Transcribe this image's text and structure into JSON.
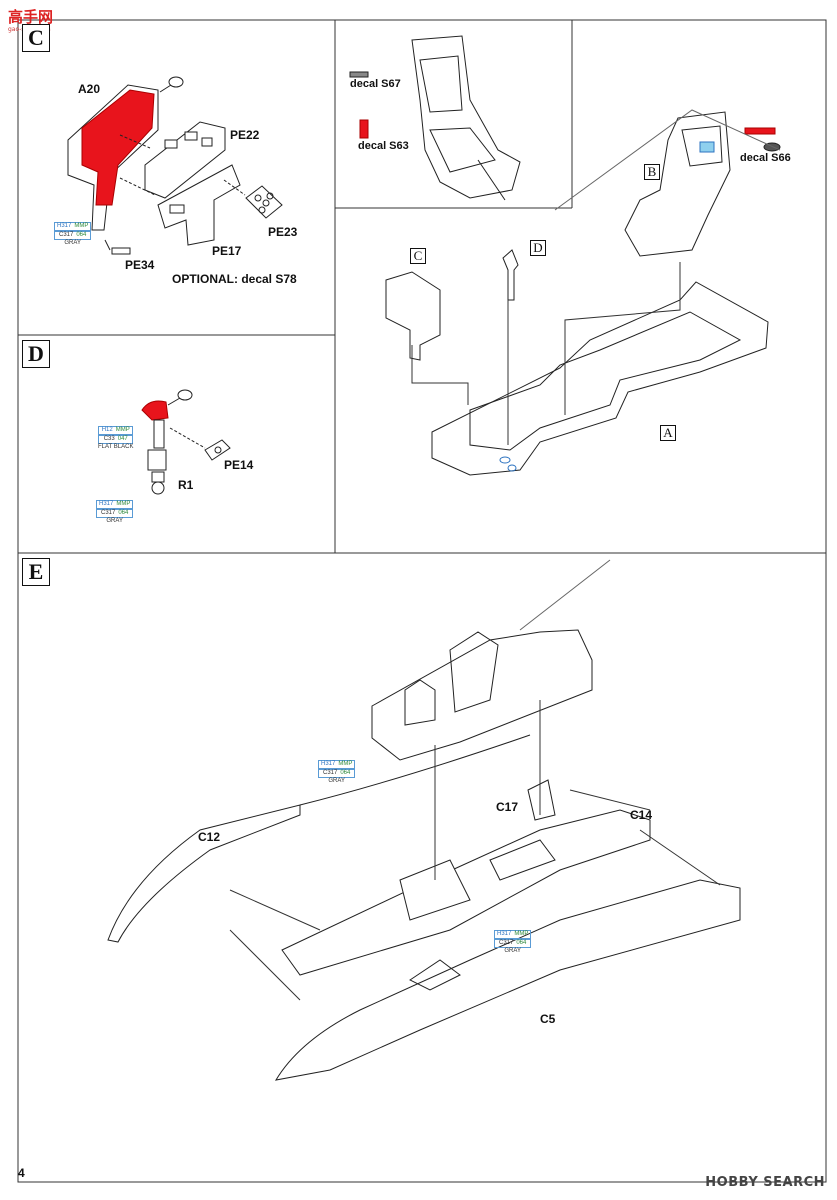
{
  "watermark": {
    "logo": "高手网",
    "logo_sub": "gao-shou.com",
    "brand": "HOBBY SEARCH"
  },
  "page_number": "4",
  "sections": {
    "C": {
      "letter": "C",
      "parts": {
        "a20": "A20",
        "pe22": "PE22",
        "pe23": "PE23",
        "pe17": "PE17",
        "pe34": "PE34"
      },
      "optional": "OPTIONAL: decal S78"
    },
    "D": {
      "letter": "D",
      "parts": {
        "pe14": "PE14",
        "r1": "R1"
      }
    },
    "E": {
      "letter": "E",
      "parts": {
        "c12": "C12",
        "c17": "C17",
        "c14": "C14",
        "c5": "C5"
      }
    }
  },
  "top_right": {
    "decals": {
      "s67": "decal S67",
      "s63": "decal S63",
      "s66": "decal S66"
    },
    "markers": {
      "c": "C",
      "d": "D",
      "b": "B",
      "a": "A"
    }
  },
  "paint": {
    "gray": {
      "h": "H317",
      "mmp": "MMP",
      "c": "C317",
      "code": "064",
      "name": "GRAY"
    },
    "black": {
      "h": "H12",
      "mmp": "MMP",
      "c": "C33",
      "code": "047",
      "name": "FLAT BLACK"
    }
  },
  "colors": {
    "highlight_red": "#e8141c",
    "line": "#222222"
  }
}
